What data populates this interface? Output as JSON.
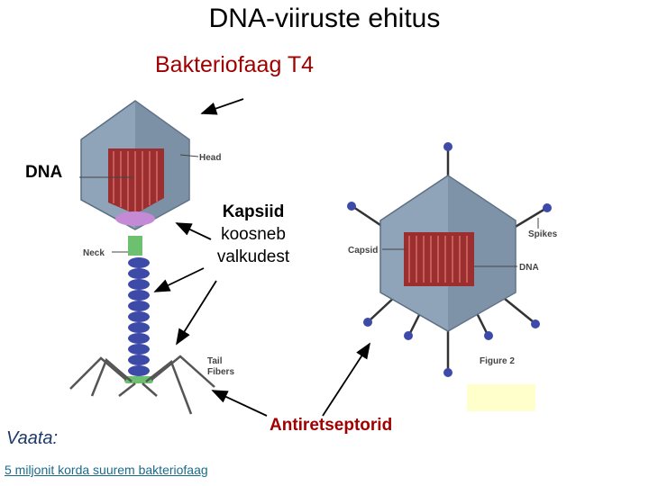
{
  "title": "DNA-viiruste ehitus",
  "subtitle": "Bakteriofaag T4",
  "labels": {
    "dna": "DNA",
    "kapsiid_line1": "Kapsiid",
    "kapsiid_line2": "koosneb",
    "kapsiid_line3": "valkudest",
    "antiretseptorid": "Antiretseptorid",
    "vaata": "Vaata:"
  },
  "link": "5 miljonit korda suurem bakteriofaag",
  "figure_labels": {
    "head": "Head",
    "neck": "Neck",
    "tail_fibers_1": "Tail",
    "tail_fibers_2": "Fibers",
    "capsid": "Capsid",
    "dna": "DNA",
    "spikes": "Spikes",
    "figure": "Figure 2"
  },
  "colors": {
    "title": "#000000",
    "subtitle": "#a00000",
    "capsid": "#8fa4b8",
    "dna": "#9b2f2f",
    "tail": "#3d4aa8",
    "collar": "#6cc070",
    "highlight": "#ffffcc"
  }
}
